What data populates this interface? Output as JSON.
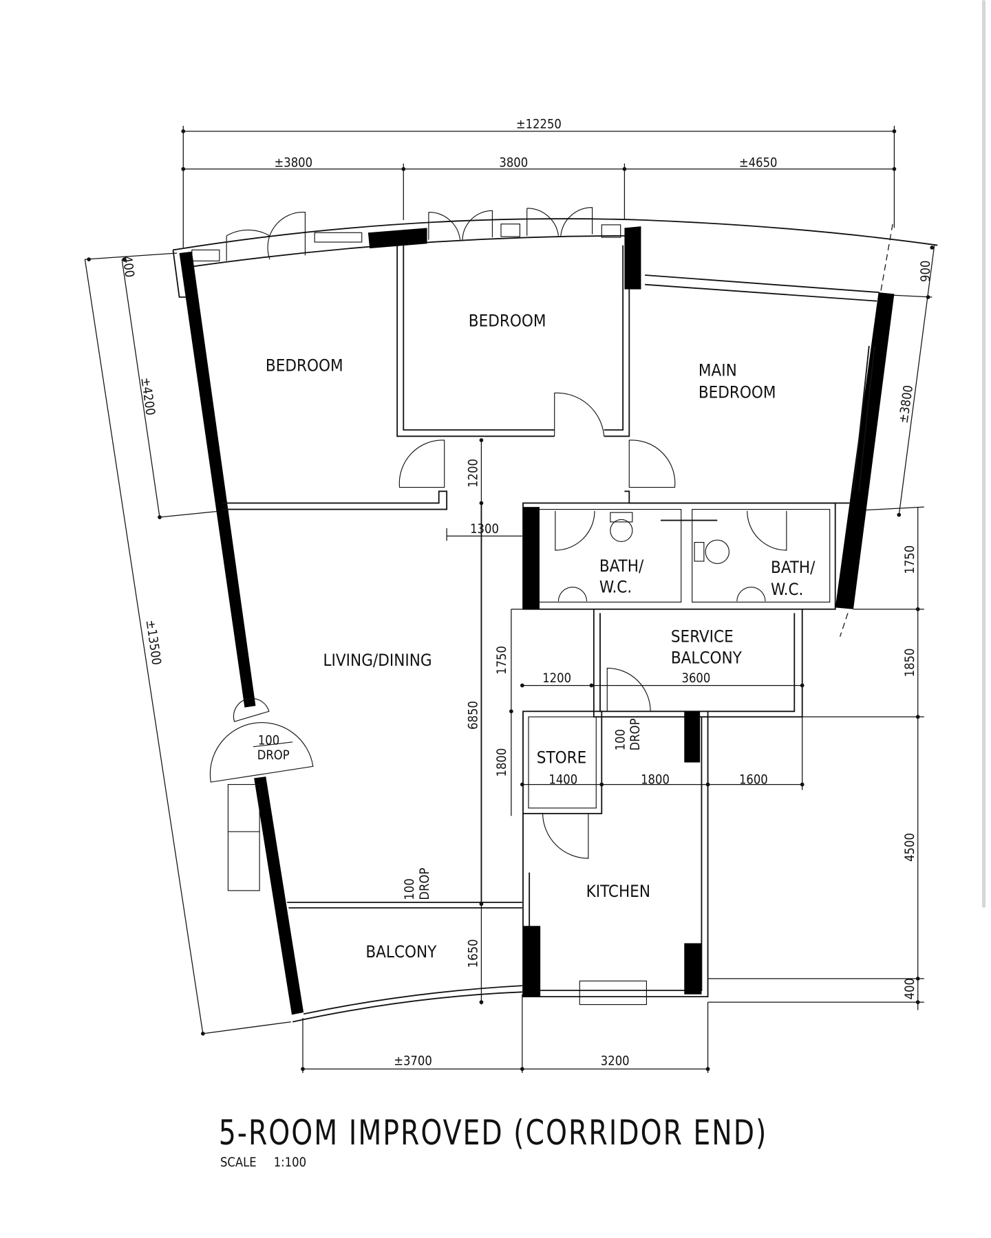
{
  "plan": {
    "title": "5-ROOM IMPROVED (CORRIDOR END)",
    "scale_label": "SCALE",
    "scale_value": "1:100",
    "rooms": {
      "bedroom_left": "BEDROOM",
      "bedroom_middle": "BEDROOM",
      "main_bedroom_line1": "MAIN",
      "main_bedroom_line2": "BEDROOM",
      "bath1_line1": "BATH/",
      "bath1_line2": "W.C.",
      "bath2_line1": "BATH/",
      "bath2_line2": "W.C.",
      "service_balcony_line1": "SERVICE",
      "service_balcony_line2": "BALCONY",
      "living_dining": "LIVING/DINING",
      "store": "STORE",
      "kitchen": "KITCHEN",
      "balcony": "BALCONY"
    },
    "drops": [
      {
        "value": "100",
        "label": "DROP"
      },
      {
        "value": "100",
        "label": "DROP"
      },
      {
        "value": "100",
        "label": "DROP"
      }
    ],
    "dimensions": {
      "top_total": "±12250",
      "top_left": "±3800",
      "top_middle": "3800",
      "top_right": "±4650",
      "left_total": "±13500",
      "left_upper": "±4200",
      "left_offset": "400",
      "right_offset": "900",
      "right_upper": "±3800",
      "right_1750": "1750",
      "right_1850": "1850",
      "right_4500": "4500",
      "right_400": "400",
      "bottom_left": "±3700",
      "bottom_right": "3200",
      "inner_1200_v": "1200",
      "inner_1300": "1300",
      "inner_6850": "6850",
      "inner_1650": "1650",
      "inner_1750": "1750",
      "inner_1800_v": "1800",
      "inner_1200_h": "1200",
      "inner_3600": "3600",
      "inner_1400": "1400",
      "inner_1800_h": "1800",
      "inner_1600": "1600"
    }
  }
}
